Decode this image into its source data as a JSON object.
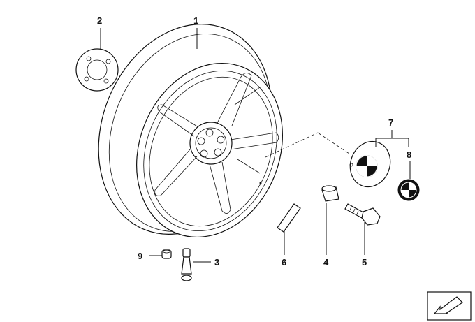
{
  "callouts": {
    "c1": "1",
    "c2": "2",
    "c3": "3",
    "c4": "4",
    "c5": "5",
    "c6": "6",
    "c7": "7",
    "c8": "8",
    "c9": "9"
  },
  "icons": {
    "nav_arrow": "arrow-icon"
  }
}
